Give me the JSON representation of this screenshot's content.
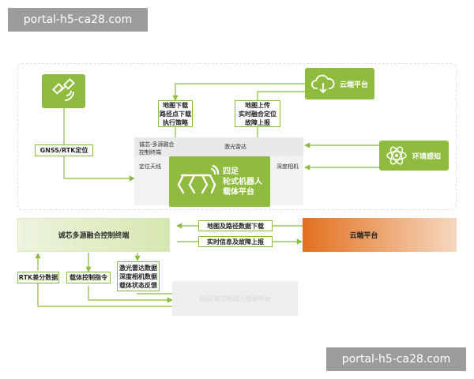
{
  "watermark_top": "portal-h5-ca28.com",
  "watermark_bottom": "portal-h5-ca28.com",
  "diagram": {
    "gnss_label": "GNSS/RTK定位",
    "map_download_lines": [
      "地图下载",
      "路径点下载",
      "执行策略"
    ],
    "map_upload_lines": [
      "地图上传",
      "实时融合定位",
      "故障上报"
    ],
    "cloud_top": "云端平台",
    "env_sense": "环境感知",
    "terminal_small_lines": [
      "诚芯-多源融合",
      "控制终端"
    ],
    "antenna": "定位天线",
    "lidar": "激光雷达",
    "depth_cam": "深度相机",
    "robot_lines": [
      "四足",
      "轮式机器人",
      "载体平台"
    ],
    "terminal_big": "诚芯多源融合控制终端",
    "cloud_bottom": "云端平台",
    "map_route_download": "地图及路径数据下载",
    "realtime_upload": "实时信息及故障上报",
    "rtk_diff": "RTK差分数据",
    "carrier_cmd": "载体控制指令",
    "sensor_lines": [
      "激光雷达数据",
      "深度相机数据",
      "载体状态反馈"
    ],
    "robot_bottom_faded": "四足/轮式机器人载体平台"
  },
  "colors": {
    "green": "#8fbc3f",
    "green_border": "#8bbd3a",
    "orange": "#e4782c",
    "light_gray": "#eeeeee"
  }
}
